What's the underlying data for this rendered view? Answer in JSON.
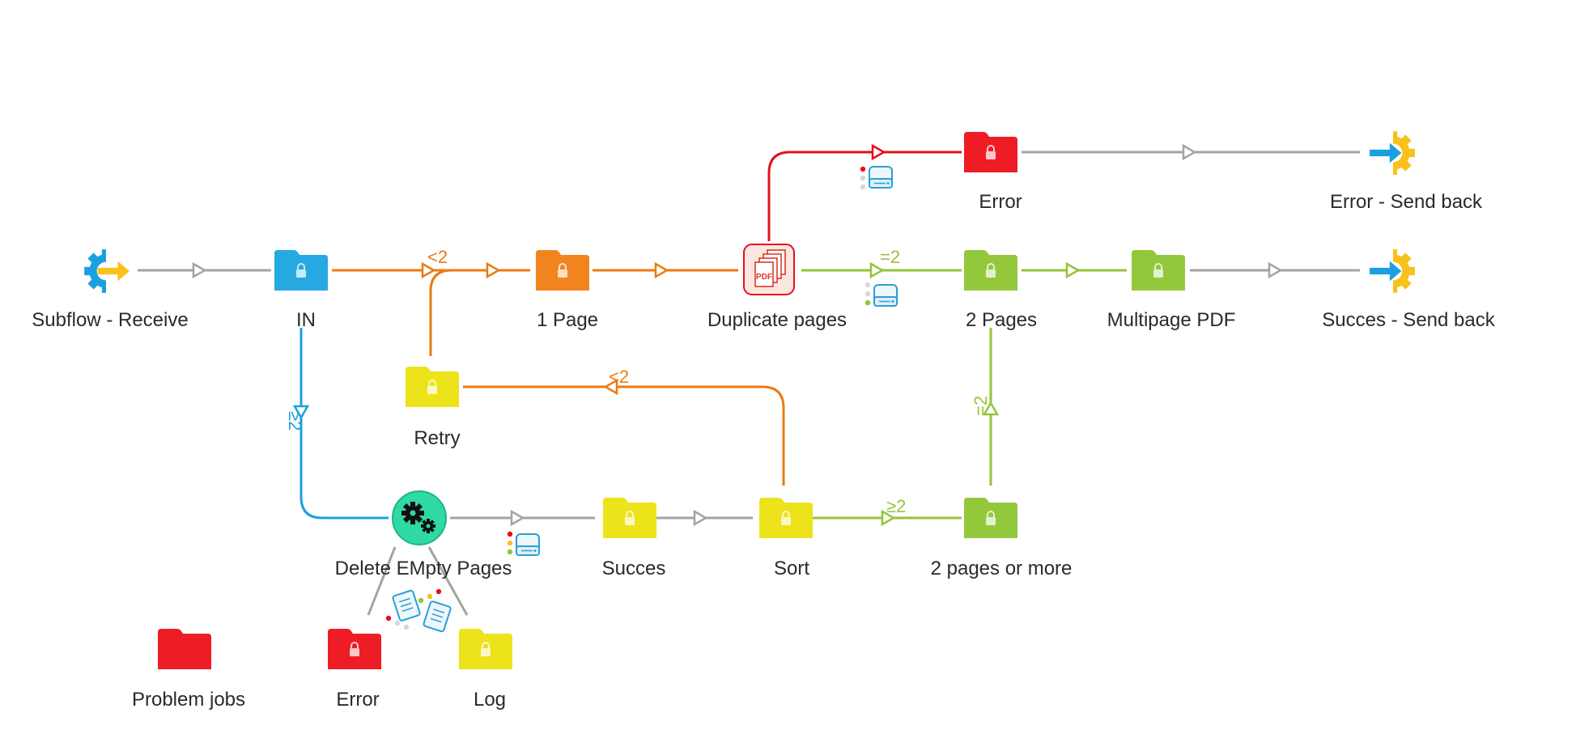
{
  "colors": {
    "gray": "#a3a3a3",
    "orange": "#ec7a12",
    "red": "#e5101b",
    "green": "#96c33a",
    "blue": "#1ba0df",
    "yellow": "#f9c21a",
    "folder_blue": "#26a9e0",
    "folder_orange": "#f28420",
    "folder_yellow": "#ece31a",
    "folder_green": "#94c83c",
    "folder_red": "#ee1c25",
    "process_teal": "#2fd9a3"
  },
  "nodes": {
    "subflow_receive": {
      "label": "Subflow - Receive",
      "icon": "gear-arrow-in-icon"
    },
    "in": {
      "label": "IN",
      "icon": "folder-icon"
    },
    "one_page": {
      "label": "1 Page",
      "icon": "folder-icon"
    },
    "duplicate_pages": {
      "label": "Duplicate pages",
      "icon": "pdf-pages-icon"
    },
    "two_pages": {
      "label": "2 Pages",
      "icon": "folder-icon"
    },
    "multipage_pdf": {
      "label": "Multipage PDF",
      "icon": "folder-icon"
    },
    "succes_send_back": {
      "label": "Succes - Send back",
      "icon": "gear-arrow-out-icon"
    },
    "error_top": {
      "label": "Error",
      "icon": "folder-icon"
    },
    "error_send_back": {
      "label": "Error - Send back",
      "icon": "gear-arrow-out-icon"
    },
    "retry": {
      "label": "Retry",
      "icon": "folder-icon"
    },
    "delete_empty_pages": {
      "label": "Delete EMpty Pages",
      "icon": "gears-icon"
    },
    "succes": {
      "label": "Succes",
      "icon": "folder-icon"
    },
    "sort": {
      "label": "Sort",
      "icon": "folder-icon"
    },
    "two_pages_or_more": {
      "label": "2 pages or more",
      "icon": "folder-icon"
    },
    "problem_jobs": {
      "label": "Problem jobs",
      "icon": "folder-icon"
    },
    "error_bottom": {
      "label": "Error",
      "icon": "folder-icon"
    },
    "log": {
      "label": "Log",
      "icon": "folder-icon"
    }
  },
  "conditions": {
    "in_to_1page": "<2",
    "dup_to_2pages": "=2",
    "in_to_delete": "≥2",
    "sort_to_retry": "<2",
    "sort_to_2more": "≥2",
    "2more_to_2pages": "=2"
  }
}
